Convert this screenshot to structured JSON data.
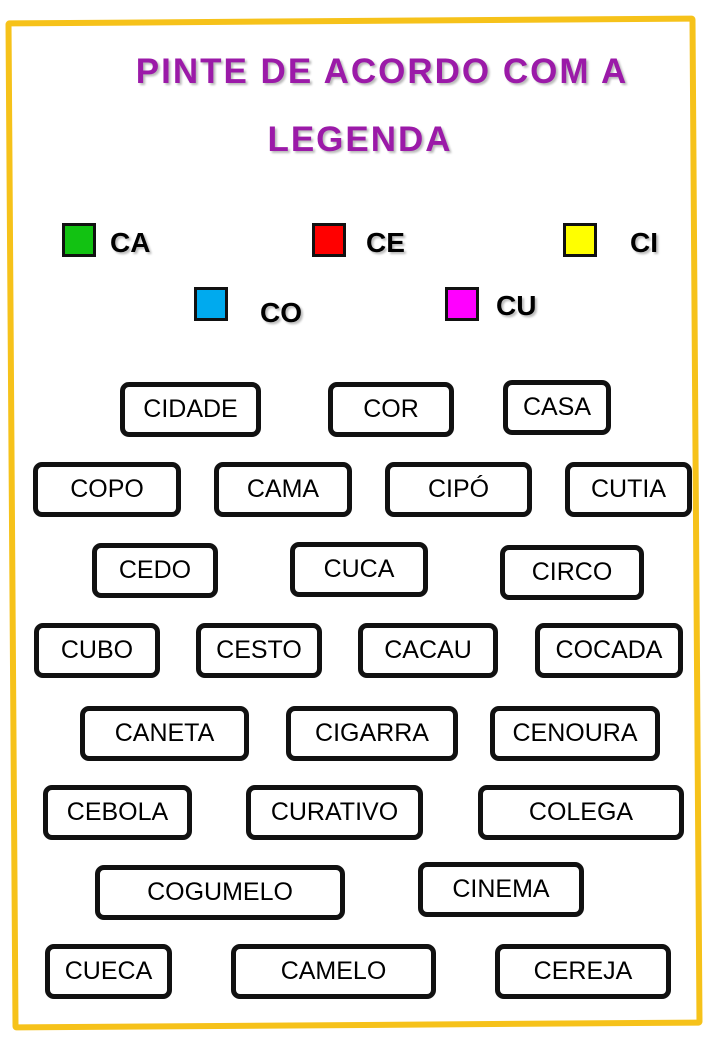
{
  "title": {
    "line1": "PINTE DE ACORDO COM A",
    "line2": "LEGENDA"
  },
  "legend": [
    {
      "label": "CA",
      "color": "#12c212"
    },
    {
      "label": "CE",
      "color": "#ff0000"
    },
    {
      "label": "CI",
      "color": "#ffff00"
    },
    {
      "label": "CO",
      "color": "#00aaee"
    },
    {
      "label": "CU",
      "color": "#ff00ff"
    }
  ],
  "words": [
    "CIDADE",
    "COR",
    "CASA",
    "COPO",
    "CAMA",
    "CIPÓ",
    "CUTIA",
    "CEDO",
    "CUCA",
    "CIRCO",
    "CUBO",
    "CESTO",
    "CACAU",
    "COCADA",
    "CANETA",
    "CIGARRA",
    "CENOURA",
    "CEBOLA",
    "CURATIVO",
    "COLEGA",
    "COGUMELO",
    "CINEMA",
    "CUECA",
    "CAMELO",
    "CEREJA"
  ]
}
